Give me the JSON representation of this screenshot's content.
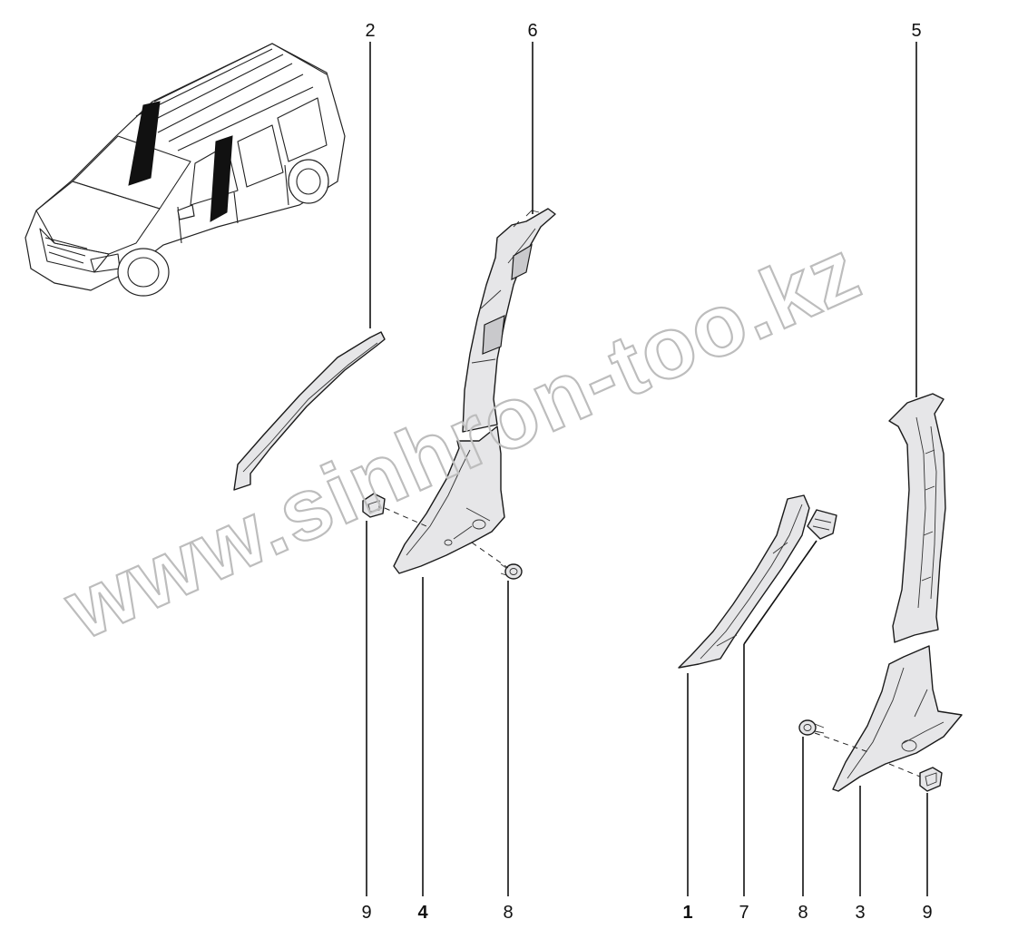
{
  "watermark": "www.sinhron-too.kz",
  "callouts": {
    "c1": "1",
    "c2": "2",
    "c3": "3",
    "c4": "4",
    "c5": "5",
    "c6": "6",
    "c7": "7",
    "c8_left": "8",
    "c8_right": "8",
    "c9_left": "9",
    "c9_right": "9"
  },
  "colors": {
    "part_fill": "#e6e6e8",
    "outline": "#1a1a1a",
    "watermark": "#bdbdbd"
  }
}
